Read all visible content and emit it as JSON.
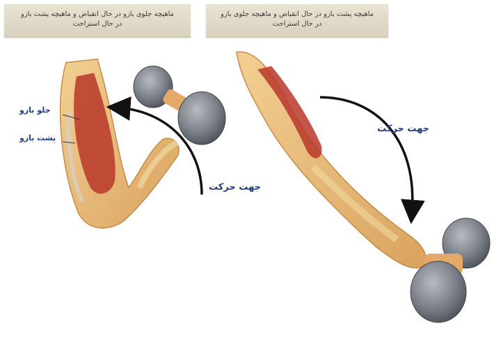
{
  "captions": {
    "left": {
      "line1": "ماهیچه جلوی بازو در حال انقباض و ماهیچه پشت بازو",
      "line2": "در حال استراحت"
    },
    "right": {
      "line1": "ماهیچه پشت بازو در حال انقباض و ماهیچه جلوی بازو",
      "line2": "در حال استراحت"
    }
  },
  "labels": {
    "front_arm": "جلو بازو",
    "back_arm": "پشت بازو",
    "direction_left": "جهت حرکت",
    "direction_right": "جهت حرکت"
  },
  "colors": {
    "skin": "#e8b97a",
    "muscle": "#b8372a",
    "weight": "#7b8088",
    "arrow": "#111111",
    "label": "#1f3d8a"
  }
}
